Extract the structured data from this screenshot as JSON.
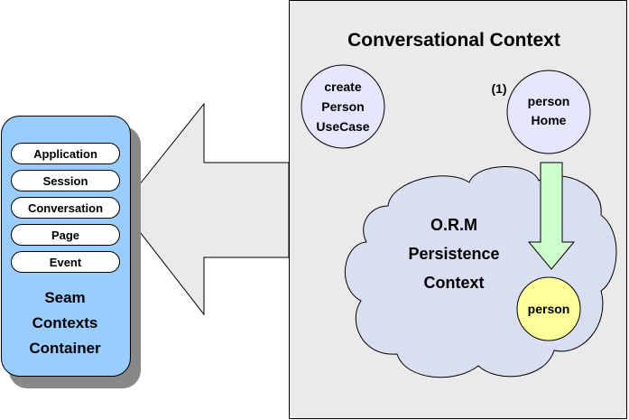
{
  "conversational_context": {
    "title": "Conversational Context"
  },
  "use_case_node": {
    "line1": "create",
    "line2": "Person",
    "line3": "UseCase"
  },
  "home_node": {
    "marker": "(1)",
    "line1": "person",
    "line2": "Home"
  },
  "persistence_cloud": {
    "line1": "O.R.M",
    "line2": "Persistence",
    "line3": "Context"
  },
  "entity_node": {
    "label": "person"
  },
  "seam_container": {
    "scopes": [
      "Application",
      "Session",
      "Conversation",
      "Page",
      "Event"
    ],
    "line1": "Seam",
    "line2": "Contexts",
    "line3": "Container"
  },
  "colors": {
    "container_fill": "#99ccff",
    "panel_fill": "#eaeaea",
    "node_fill": "#e6e6ff",
    "cloud_fill": "#d9dff0",
    "arrow_fill": "#ccffcc",
    "entity_fill": "#ffff99",
    "shadow": "#888888"
  }
}
